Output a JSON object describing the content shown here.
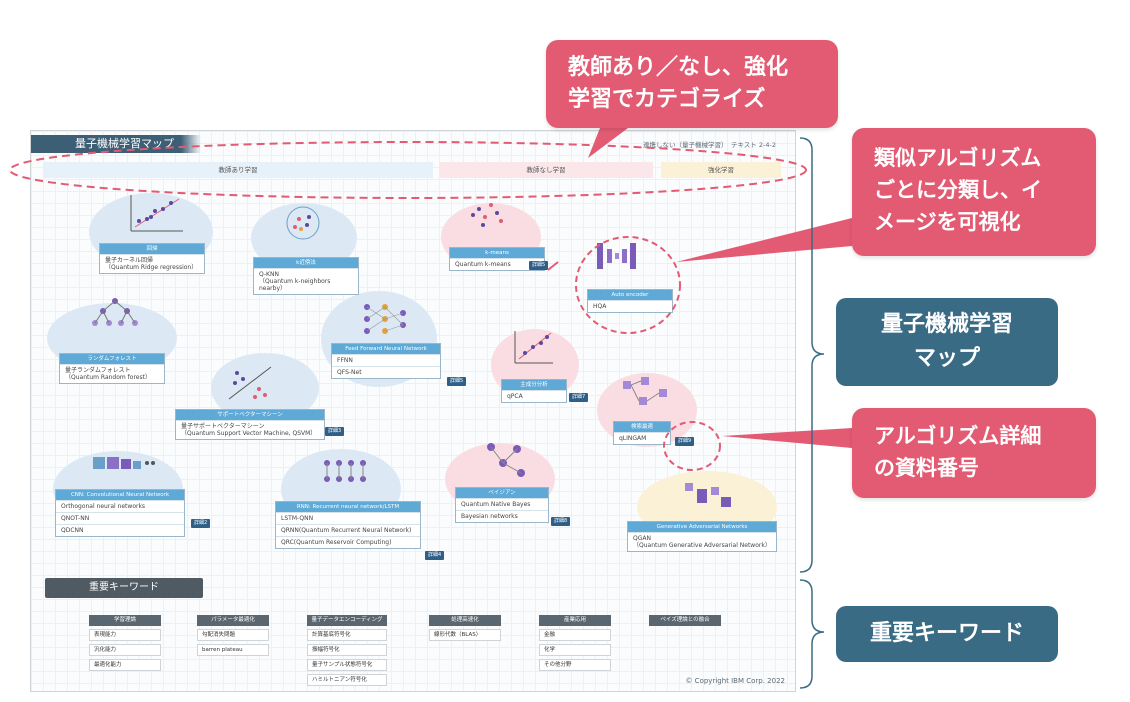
{
  "sheet": {
    "title": "量子機械学習マップ",
    "meta_left": "連携しない（量子機械学習）",
    "meta_right": "テキスト 2-4-2",
    "categories": [
      "教師あり学習",
      "教師なし学習",
      "強化学習"
    ],
    "copyright": "© Copyright IBM Corp. 2022"
  },
  "algorithms": {
    "regression": {
      "title": "回帰",
      "items": [
        "量子カーネル回帰\n（Quantum Ridge regression）"
      ]
    },
    "knn": {
      "title": "k近傍法",
      "items": [
        "Q-KNN\n（Quantum k-neighbors nearby）"
      ]
    },
    "kmeans": {
      "title": "k-means",
      "items": [
        "Quantum k-means"
      ],
      "tag": "詳細5"
    },
    "autoencoder": {
      "title": "Auto encoder",
      "items": [
        "HQA"
      ]
    },
    "random_forest": {
      "title": "ランダムフォレスト",
      "items": [
        "量子ランダムフォレスト\n（Quantum Random forest）"
      ]
    },
    "ffnn": {
      "title": "Feed Forward Neural Network",
      "items": [
        "FFNN",
        "QFS-Net"
      ],
      "tag": "詳細5"
    },
    "pca": {
      "title": "主成分分析",
      "items": [
        "qPCA"
      ],
      "tag": "詳細7"
    },
    "svm": {
      "title": "サポートベクターマシーン",
      "items": [
        "量子サポートベクターマシーン\n（Quantum Support Vector Machine, QSVM）"
      ],
      "tag": "詳細3"
    },
    "search": {
      "title": "検索最適",
      "items": [
        "qLINGAM"
      ],
      "tag": "詳細9"
    },
    "cnn": {
      "title": "CNN: Convolutional Neural Network",
      "items": [
        "Orthogonal neural networks",
        "QNOT-NN",
        "QDCNN"
      ],
      "tag": "詳細2"
    },
    "rnn": {
      "title": "RNN: Recurrent neural network/LSTM",
      "items": [
        "LSTM-QNN",
        "QRNN(Quantum Recurrent Neural Network)",
        "QRC(Quantum Reservoir Computing)"
      ],
      "tag": "詳細4"
    },
    "bayes": {
      "title": "ベイジアン",
      "items": [
        "Quantum Native Bayes",
        "Bayesian networks"
      ],
      "tag": "詳細8"
    },
    "gan": {
      "title": "Generative Adversarial Networks",
      "items": [
        "QGAN\n（Quantum Generative Adversarial Network）"
      ]
    }
  },
  "keywords": {
    "title": "重要キーワード",
    "columns": [
      {
        "header": "学習理論",
        "items": [
          "表現能力",
          "汎化能力",
          "最適化能力"
        ]
      },
      {
        "header": "パラメータ最適化",
        "items": [
          "勾配消失問題",
          "barren plateau"
        ]
      },
      {
        "header": "量子データエンコーディング",
        "items": [
          "計算基底符号化",
          "振幅符号化",
          "量子サンプル状態符号化",
          "ハミルトニアン符号化"
        ]
      },
      {
        "header": "処理高速化",
        "items": [
          "線形代数（BLAS）"
        ]
      },
      {
        "header": "産業応用",
        "items": [
          "金融",
          "化学",
          "その他分野"
        ]
      },
      {
        "header": "ベイズ理論との融合",
        "items": []
      }
    ]
  },
  "callouts": {
    "top": "教師あり／なし、強化\n学習でカテゴライズ",
    "right1": "類似アルゴリズム\nごとに分類し、イ\nメージを可視化",
    "right2": "アルゴリズム詳細\nの資料番号"
  },
  "labels": {
    "map": "量子機械学習\nマップ",
    "keywords": "重要キーワード"
  },
  "colors": {
    "callout": "#e25b73",
    "navy": "#3a6b84",
    "header_blue": "#5ea9d6"
  }
}
